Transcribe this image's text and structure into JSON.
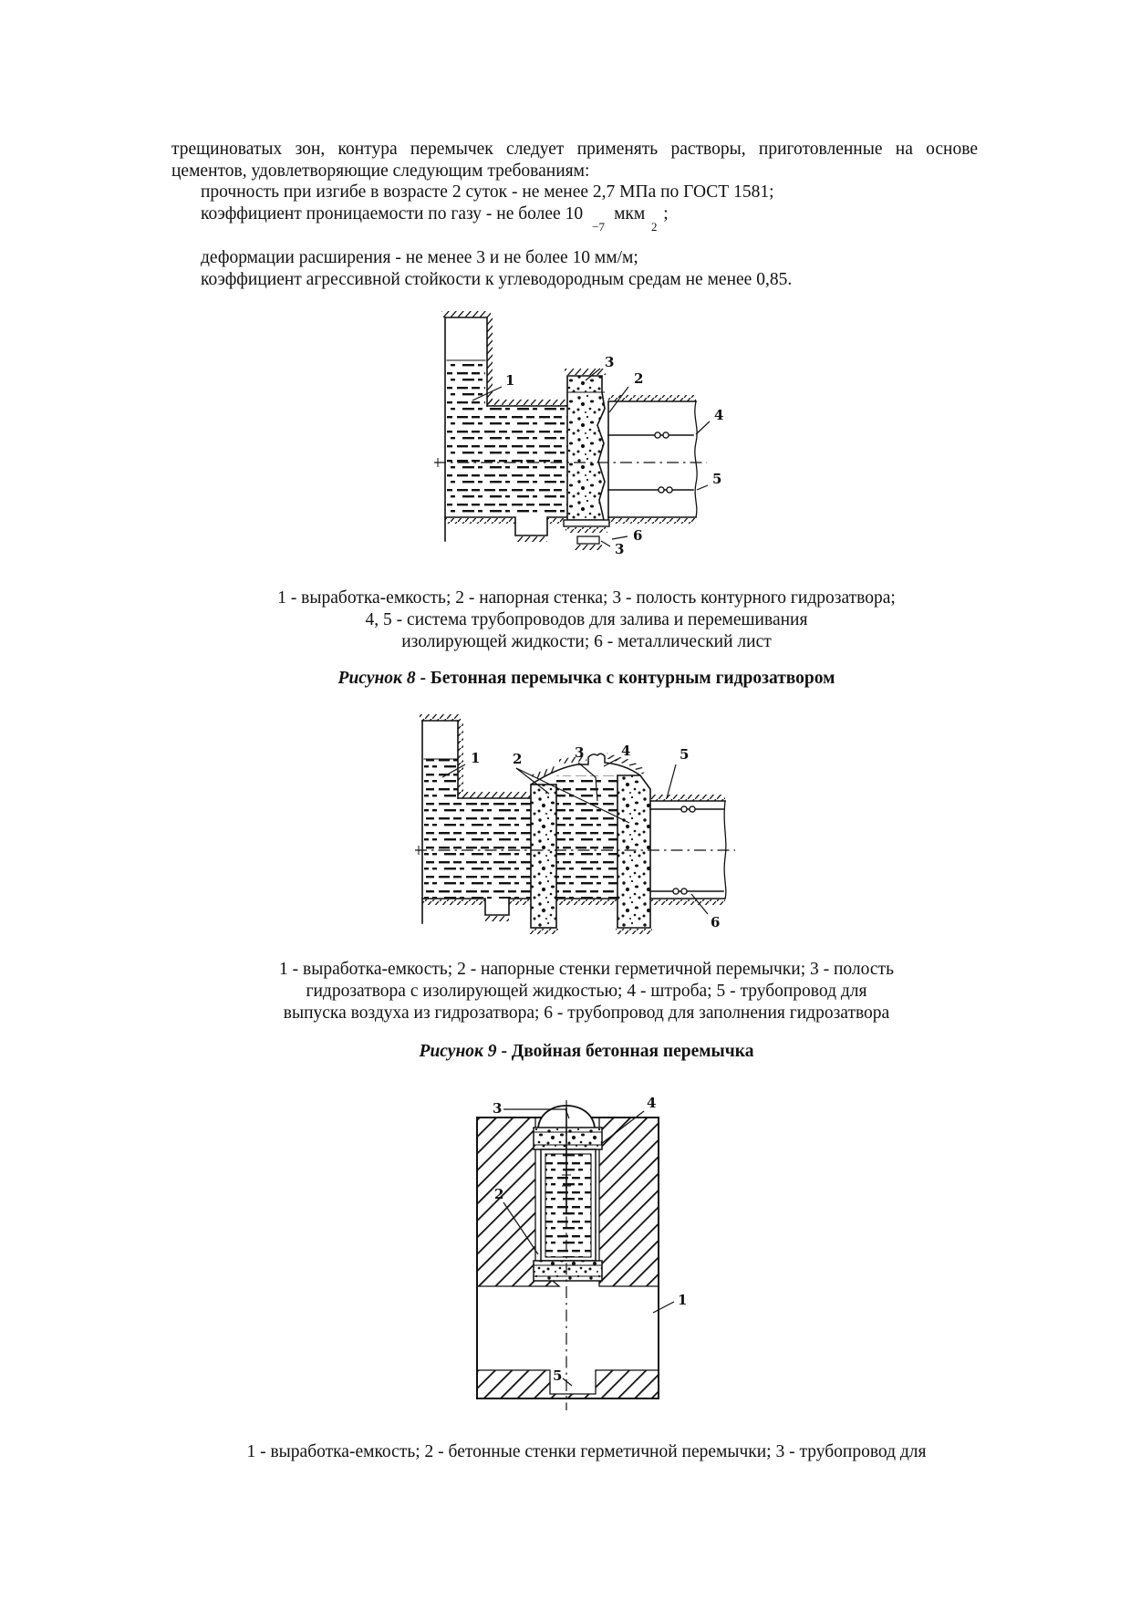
{
  "intro": {
    "line1": "трещиноватых зон, контура перемычек следует применять растворы, приготовленные на основе",
    "line2": "цементов, удовлетворяющие следующим требованиям:",
    "item_strength": "прочность при изгибе в возрасте 2 суток - не менее 2,7 МПа по ГОСТ 1581;",
    "item_perm_pre": "коэффициент проницаемости по газу - не более 10",
    "item_perm_exp": "−7",
    "item_perm_unit": "мкм",
    "item_perm_unit_exp": "2",
    "item_perm_end": ";",
    "item_deform": "деформации расширения - не менее 3 и не более 10 мм/м;",
    "item_aggr": "коэффициент агрессивной стойкости к углеводородным средам не менее 0,85."
  },
  "fig8": {
    "caption_line1": "1 - выработка-емкость; 2 - напорная стенка; 3 - полость контурного гидрозатвора;",
    "caption_line2": "4, 5 - система трубопроводов для залива и перемешивания",
    "caption_line3": "изолирующей жидкости; 6 - металлический лист",
    "title_num": "Рисунок 8",
    "title_rest": " - Бетонная перемычка с контурным гидрозатвором",
    "labels": {
      "n1": "1",
      "n2": "2",
      "n3": "3",
      "n4": "4",
      "n5": "5",
      "n6": "6",
      "n3b": "3"
    }
  },
  "fig9": {
    "caption_line1": "1 - выработка-емкость; 2 - напорные стенки герметичной перемычки; 3 - полость",
    "caption_line2": "гидрозатвора с изолирующей жидкостью; 4 - штроба; 5 - трубопровод для",
    "caption_line3": "выпуска воздуха из гидрозатвора; 6 - трубопровод для заполнения гидрозатвора",
    "title_num": "Рисунок 9",
    "title_rest": " - Двойная бетонная перемычка",
    "labels": {
      "n1": "1",
      "n2": "2",
      "n3": "3",
      "n4": "4",
      "n5": "5",
      "n6": "6"
    }
  },
  "fig10": {
    "caption_line1": "1 - выработка-емкость; 2 - бетонные стенки герметичной перемычки; 3 - трубопровод для",
    "labels": {
      "n1": "1",
      "n2": "2",
      "n3": "3",
      "n4": "4",
      "n5": "5"
    }
  },
  "colors": {
    "ink": "#111111",
    "paper": "#ffffff"
  }
}
